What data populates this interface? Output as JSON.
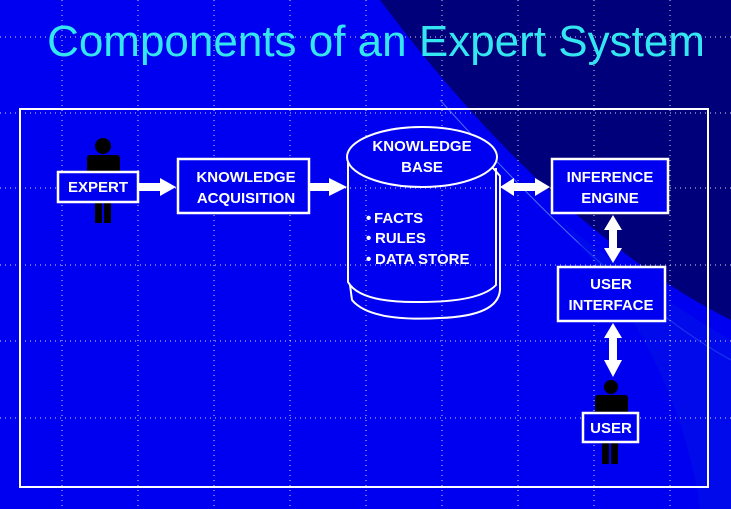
{
  "title": "Components of an Expert System",
  "nodes": {
    "expert": "EXPERT",
    "acquisition": [
      "KNOWLEDGE",
      "ACQUISITION"
    ],
    "knowledge_base": [
      "KNOWLEDGE",
      "BASE"
    ],
    "kb_items": [
      "FACTS",
      "RULES",
      "DATA STORE"
    ],
    "inference": [
      "INFERENCE",
      "ENGINE"
    ],
    "user_interface": [
      "USER",
      "INTERFACE"
    ],
    "user": "USER"
  },
  "colors": {
    "background": "#0000f0",
    "dark_region": "#00007a",
    "title": "#33e6f0",
    "lines": "#ffffff"
  }
}
